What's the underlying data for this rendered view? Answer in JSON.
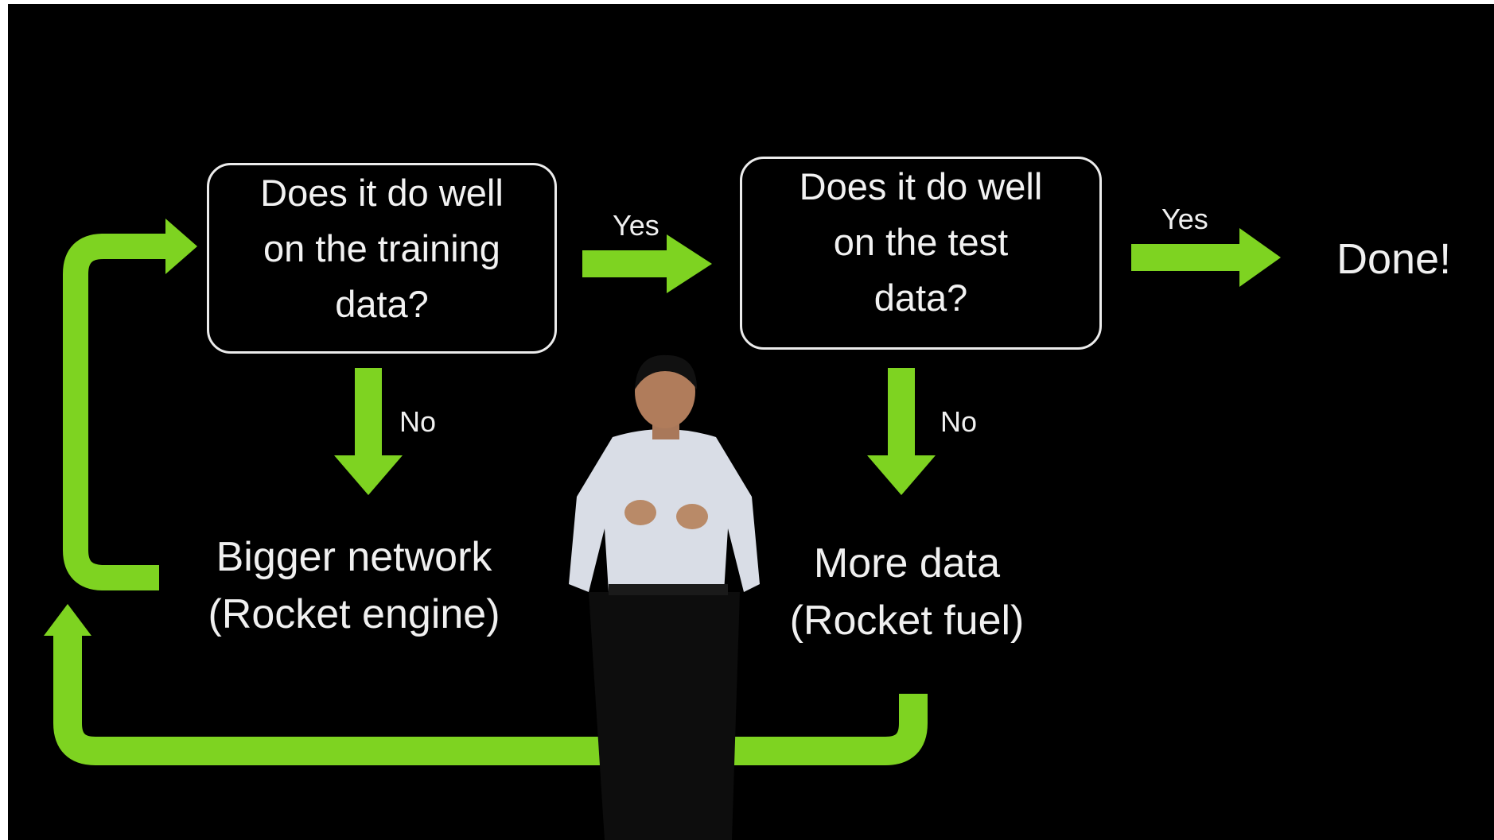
{
  "slide": {
    "box_training": {
      "line1": "Does it do well",
      "line2": "on the training",
      "line3": "data?"
    },
    "box_test": {
      "line1": "Does it do well",
      "line2": "on the test",
      "line3": "data?"
    },
    "yes_1": "Yes",
    "yes_2": "Yes",
    "no_1": "No",
    "no_2": "No",
    "done": "Done!",
    "bigger_network": {
      "line1": "Bigger network",
      "line2": "(Rocket engine)"
    },
    "more_data": {
      "line1": "More data",
      "line2": "(Rocket fuel)"
    }
  },
  "colors": {
    "arrow": "#7ed321",
    "background": "#000000",
    "text": "#f0f0f0"
  },
  "icons": [
    "right-arrow-icon",
    "down-arrow-icon",
    "loop-arrow-icon"
  ]
}
